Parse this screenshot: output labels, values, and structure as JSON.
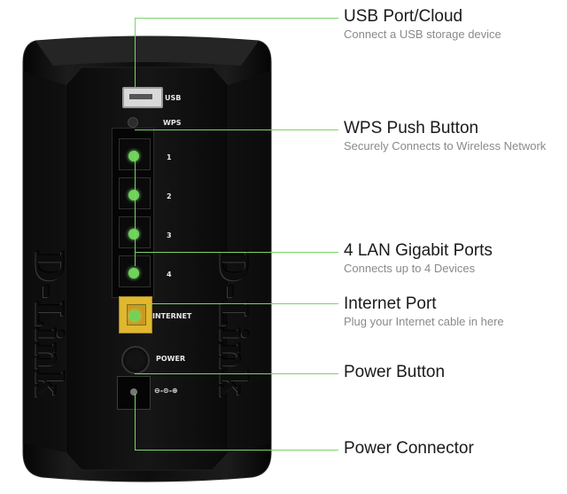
{
  "router": {
    "brand": "D-Link",
    "port_labels": {
      "usb": "USB",
      "wps": "WPS",
      "lan1": "1",
      "lan2": "2",
      "lan3": "3",
      "lan4": "4",
      "internet": "INTERNET",
      "power": "POWER",
      "dc": "⊖-⊙-⊕"
    },
    "colors": {
      "body": "#111111",
      "led": "#6fd35a",
      "internet_port": "#e0b830",
      "leader": "#7bd36a"
    }
  },
  "callouts": [
    {
      "title": "USB Port/Cloud",
      "desc": "Connect a USB storage device"
    },
    {
      "title": "WPS Push Button",
      "desc": "Securely Connects to Wireless Network"
    },
    {
      "title": "4 LAN Gigabit Ports",
      "desc": "Connects up to 4 Devices"
    },
    {
      "title": "Internet Port",
      "desc": "Plug your Internet cable in here"
    },
    {
      "title": "Power Button",
      "desc": ""
    },
    {
      "title": "Power Connector",
      "desc": ""
    }
  ]
}
